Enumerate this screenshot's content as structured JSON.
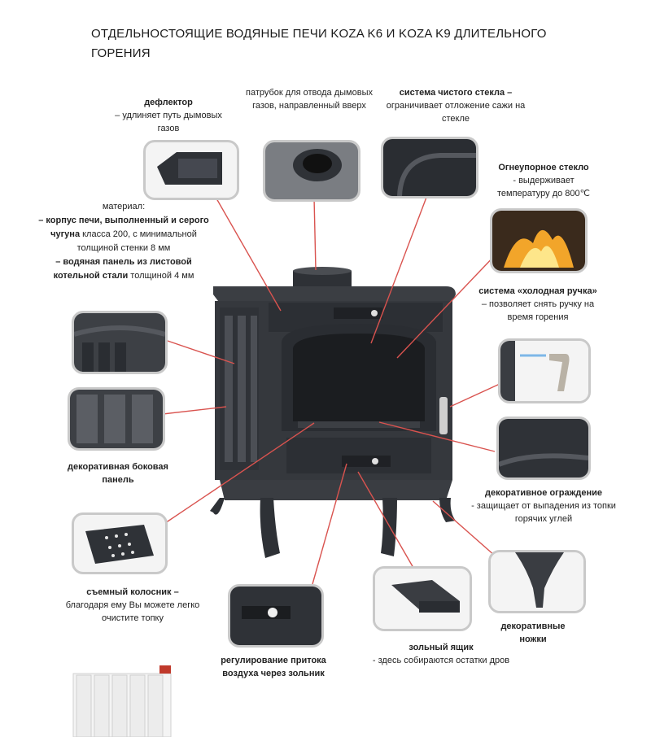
{
  "title": "ОТДЕЛЬНОСТОЯЩИЕ ВОДЯНЫЕ ПЕЧИ KOZA K6 И KOZA K9 ДЛИТЕЛЬНОГО ГОРЕНИЯ",
  "labels": {
    "deflector": {
      "bold": "дефлектор",
      "text": "– удлиняет путь дымовых газов"
    },
    "flue_pipe": {
      "text": "патрубок для отвода дымовых газов, направленный вверх"
    },
    "clean_glass": {
      "bold": "система чистого стекла –",
      "text": "ограничивает отложение сажи на стекле"
    },
    "fire_glass": {
      "bold": "Огнеупорное стекло",
      "text": "- выдерживает температуру до 800℃"
    },
    "material": {
      "line1": "материал:",
      "bold1": "– корпус печи, выполненный и серого чугуна",
      "text1": "класса 200, с минимальной толщиной стенки 8 мм",
      "bold2": "– водяная панель из листовой котельной стали",
      "text2": "толщиной 4 мм"
    },
    "cold_handle": {
      "bold": "система «холодная ручка»",
      "text": "– позволяет снять ручку на время горения"
    },
    "side_panel": {
      "bold": "декоративная боковая панель"
    },
    "guard": {
      "bold": "декоративное ограждение",
      "text": "- защищает от выпадения из топки горячих углей"
    },
    "grate": {
      "bold": "съемный колосник –",
      "text": "благодаря ему Вы можете легко очистите топку"
    },
    "air_control": {
      "bold": "регулирование притока воздуха через зольник"
    },
    "ash_box": {
      "bold": "зольный ящик",
      "text": "- здесь собираются остатки дров"
    },
    "legs": {
      "bold": "декоративные ножки"
    }
  },
  "colors": {
    "leader": "#d9534f",
    "frame": "#c9c9c9",
    "iron": "#3a3d42"
  }
}
